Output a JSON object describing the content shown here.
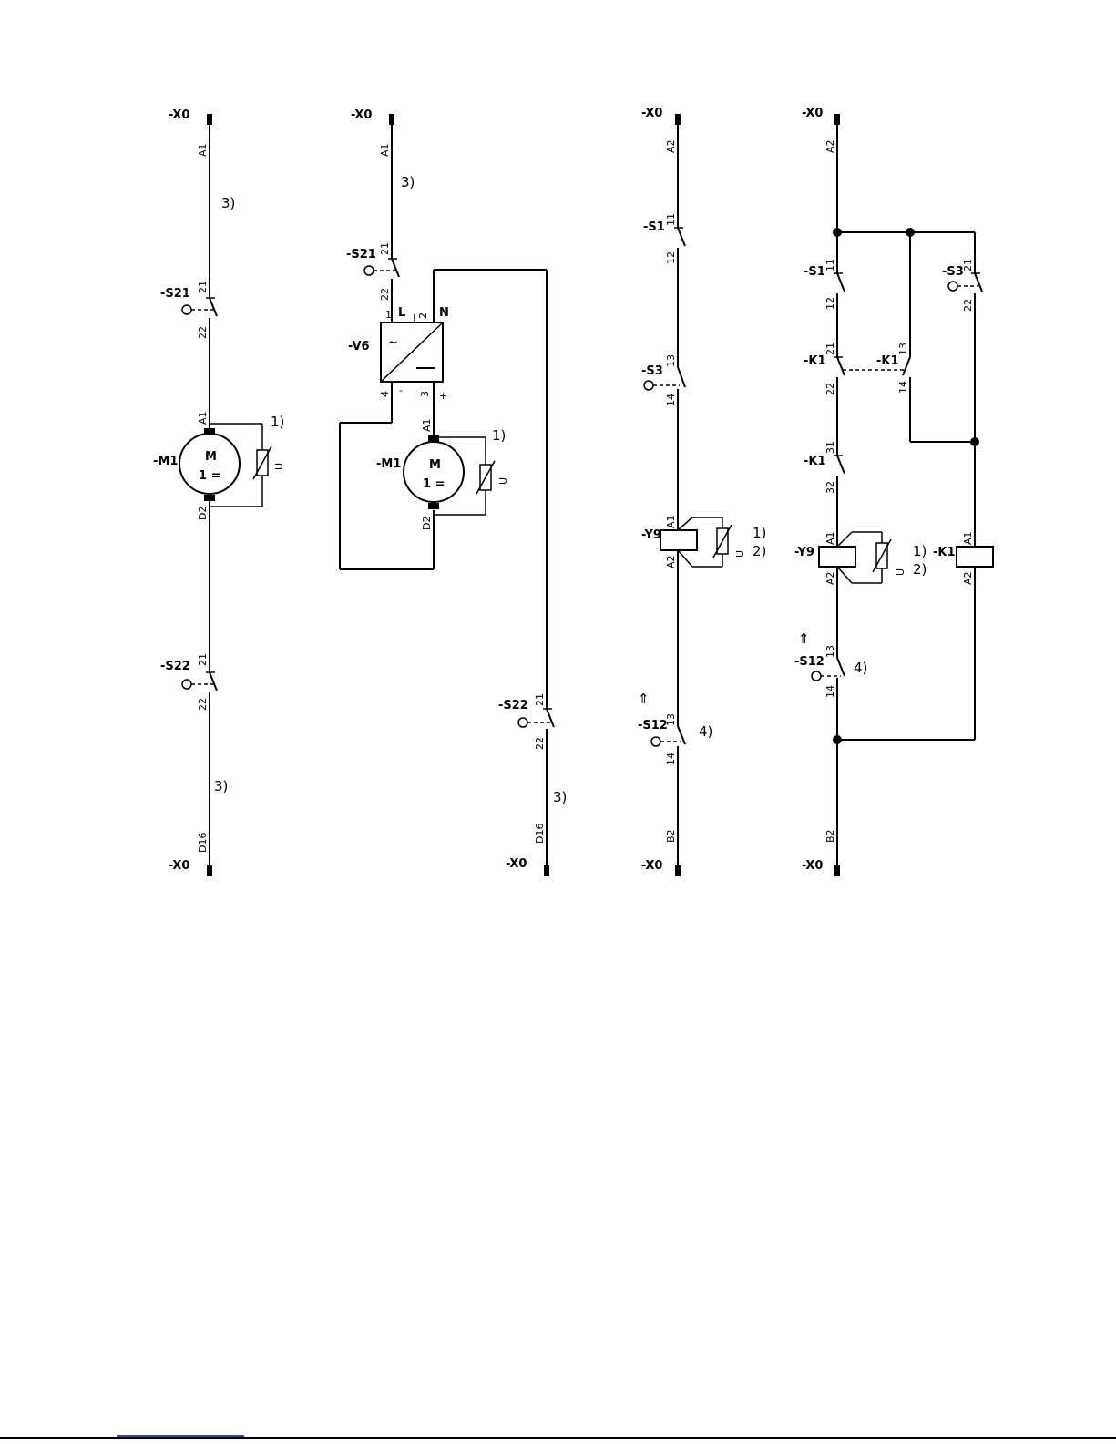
{
  "terminal_label": "-X0",
  "notes": {
    "n1": "1)",
    "n2": "2)",
    "n3": "3)",
    "n4": "4)"
  },
  "glyphs": {
    "up_arrow": "⇑",
    "ac": "~",
    "dc": "—"
  },
  "labels": {
    "S21": "-S21",
    "S22": "-S22",
    "M1": "-M1",
    "V6": "-V6",
    "S1": "-S1",
    "S3": "-S3",
    "S12": "-S12",
    "Y9": "-Y9",
    "K1": "-K1"
  },
  "motor": {
    "letter": "M",
    "rating": "1 ="
  },
  "varistor": "U",
  "pins": {
    "A1": "A1",
    "A2": "A2",
    "B2": "B2",
    "D2": "D2",
    "D16": "D16",
    "p11": "11",
    "p12": "12",
    "p13": "13",
    "p14": "14",
    "p21": "21",
    "p22": "22",
    "p31": "31",
    "p32": "32",
    "p1": "1",
    "p2": "2",
    "p3": "3",
    "p4": "4",
    "L": "L",
    "N": "N",
    "minus": "-",
    "plus": "+"
  }
}
